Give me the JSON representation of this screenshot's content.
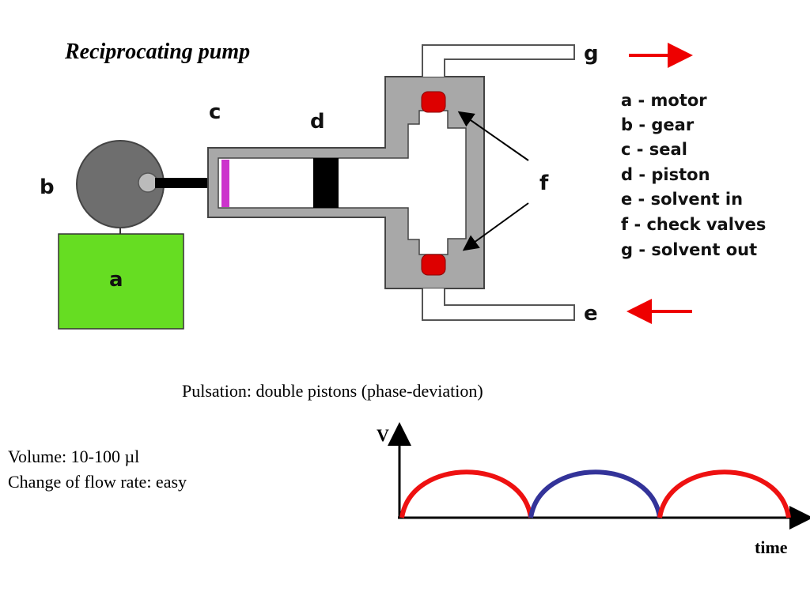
{
  "title": "Reciprocating pump",
  "diagram": {
    "labels": {
      "a": "a",
      "b": "b",
      "c": "c",
      "d": "d",
      "e": "e",
      "f": "f",
      "g": "g"
    },
    "legend": [
      "a - motor",
      "b - gear",
      "c - seal",
      "d - piston",
      "e - solvent in",
      "f - check valves",
      "g - solvent out"
    ],
    "colors": {
      "motor": "#66dd22",
      "gear": "#6e6e6e",
      "body": "#a8a8a8",
      "seal": "#cc33cc",
      "piston": "#000000",
      "valve": "#dd0000",
      "arrow": "#ee0000"
    }
  },
  "pulsation_caption": "Pulsation: double pistons (phase-deviation)",
  "volume_text": "Volume: 10-100 µl",
  "flowrate_text": "Change of flow rate: easy",
  "graph": {
    "y_label": "V",
    "x_label": "time",
    "colors": {
      "piston1": "#ee1111",
      "piston2": "#333399"
    }
  }
}
